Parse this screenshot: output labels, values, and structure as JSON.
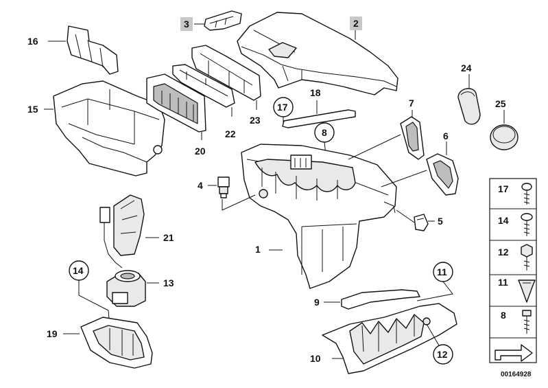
{
  "diagram": {
    "document_code": "00164928",
    "labels": {
      "p1": "1",
      "p2": "2",
      "p3": "3",
      "p4": "4",
      "p5": "5",
      "p6": "6",
      "p7": "7",
      "p8": "8",
      "p9": "9",
      "p10": "10",
      "p11": "11",
      "p12": "12",
      "p13": "13",
      "p14": "14",
      "p15": "15",
      "p16": "16",
      "p17": "17",
      "p18": "18",
      "p19": "19",
      "p20": "20",
      "p21": "21",
      "p22": "22",
      "p23": "23",
      "p24": "24",
      "p25": "25"
    },
    "legend": {
      "items": [
        "17",
        "14",
        "12",
        "11",
        "8"
      ]
    },
    "highlight_color": "#c8c8c8"
  }
}
